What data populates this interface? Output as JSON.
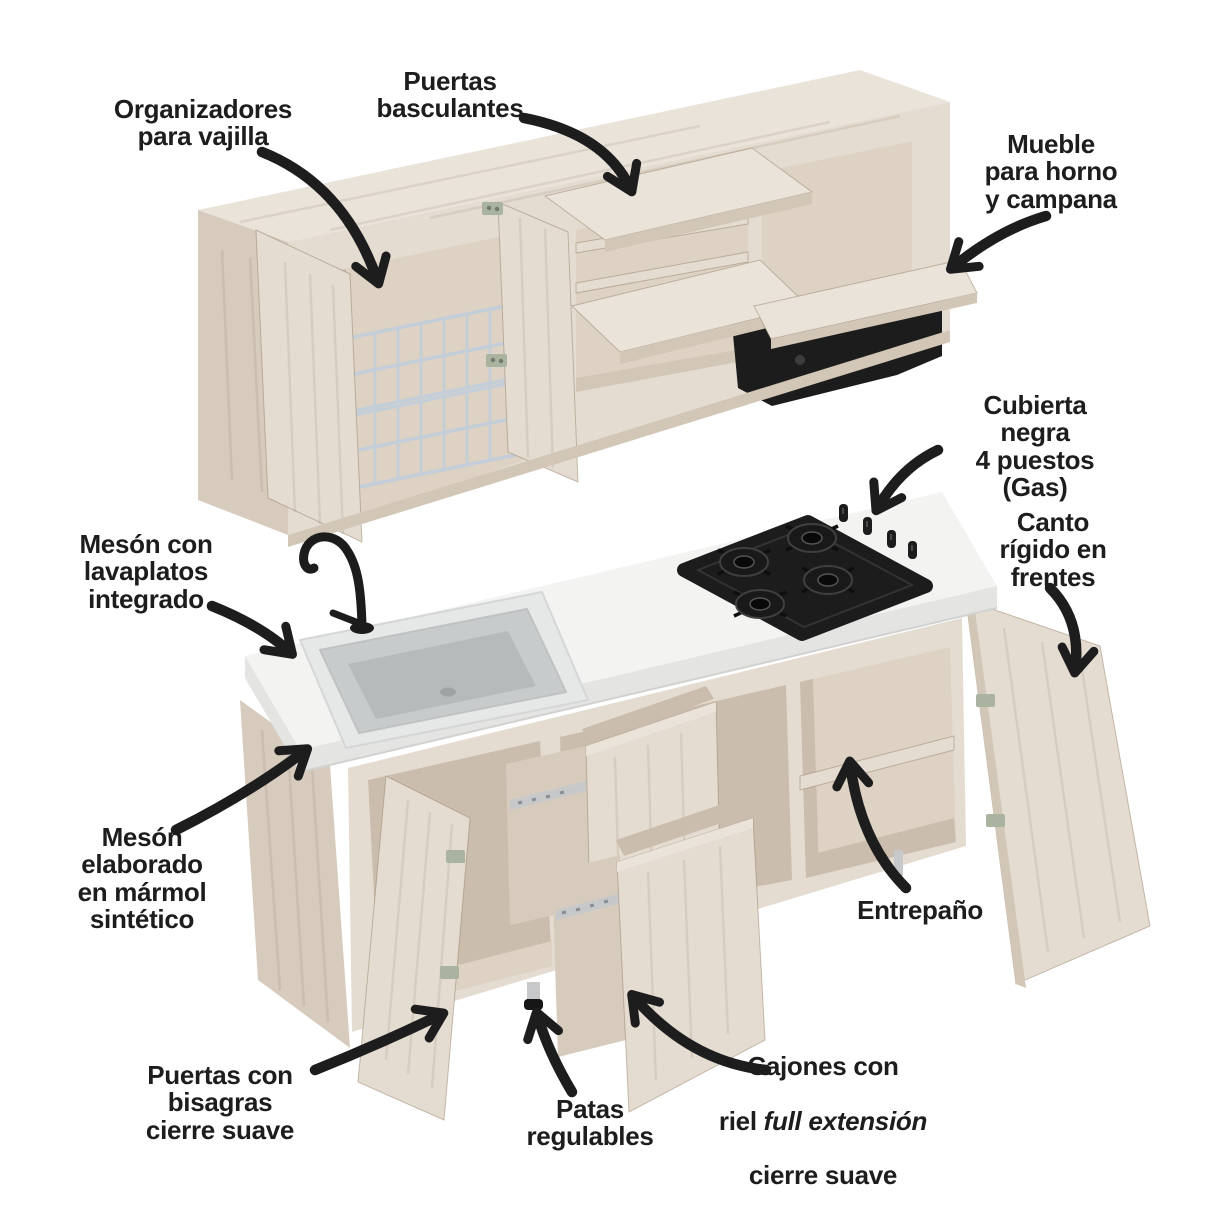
{
  "labels": {
    "organizadores": {
      "text": "Organizadores\npara vajilla"
    },
    "puertas_basculantes": {
      "text": "Puertas\nbasculantes"
    },
    "mueble_horno": {
      "text": "Mueble\npara horno\ny campana"
    },
    "cubierta": {
      "text": "Cubierta negra\n4 puestos (Gas)"
    },
    "canto": {
      "text": "Canto\nrígido en\nfrentes"
    },
    "meson_lavaplatos": {
      "text": "Mesón con\nlavaplatos\nintegrado"
    },
    "meson_marmol": {
      "text": "Mesón\nelaborado\nen mármol\nsintético"
    },
    "entrepano": {
      "text": "Entrepaño"
    },
    "puertas_bisagras": {
      "text": "Puertas con\nbisagras\ncierre suave"
    },
    "patas": {
      "text": "Patas\nregulables"
    },
    "cajones": {
      "line1": "Cajones con",
      "line2_prefix": "riel ",
      "line2_italic": "full extensión",
      "line3": "cierre suave"
    }
  },
  "colors": {
    "background": "#ffffff",
    "ink": "#1d1d1d",
    "wood_top": "#eae3d9",
    "wood_face": "#e5dcd1",
    "wood_side": "#d7cbbe",
    "wood_interior": "#ddd2c4",
    "wood_interior_dark": "#cbbdad",
    "wood_edge": "#d2c6b7",
    "counter_top": "#f3f3f2",
    "counter_edge": "#e4e4e3",
    "sink_rim": "#e6e7e7",
    "sink_basin": "#c8cbcb",
    "sink_bottom": "#b7baba",
    "appliance_black": "#1c1c1c",
    "appliance_detail": "#3d3d3d",
    "wire_rack": "#c4ced8",
    "hinge": "#aab3a0",
    "leg_metal": "#c6c8ca",
    "leg_foot": "#161616"
  }
}
